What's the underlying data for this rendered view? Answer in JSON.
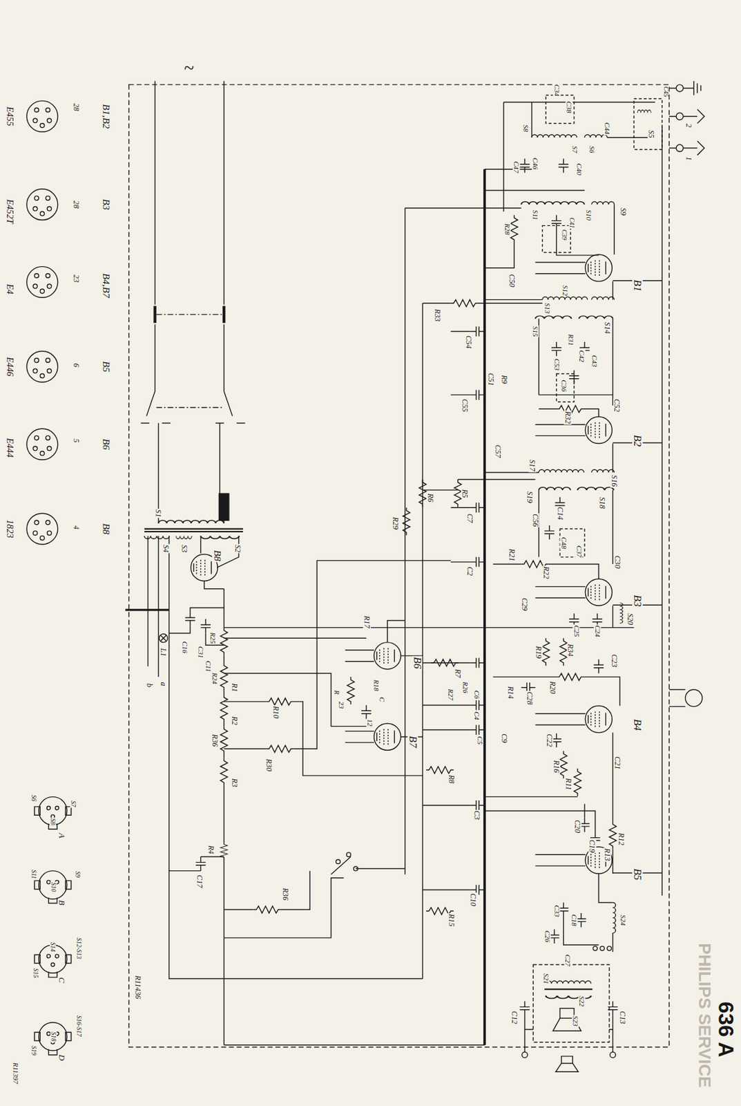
{
  "diagram": {
    "labels": [
      "636 A",
      "R11436",
      "R11397",
      "E455",
      "B1,B2",
      "28",
      "E452T",
      "B3",
      "28",
      "E4",
      "B4,B7",
      "23",
      "E446",
      "B5",
      "6",
      "E444",
      "B6",
      "5",
      "1823",
      "B8",
      "4",
      "A",
      "B",
      "C",
      "D",
      "S6",
      "S8",
      "S7",
      "S11",
      "S10",
      "S9",
      "S12-S13",
      "S14",
      "S15",
      "S16-S17",
      "S18",
      "S19",
      "~",
      "S1",
      "S4",
      "S3",
      "S2",
      "B8",
      "L1",
      "a",
      "b",
      "C16",
      "C31",
      "C11",
      "R25",
      "R24",
      "R1",
      "R2",
      "R36",
      "R3",
      "R4",
      "C17",
      "R10",
      "R30",
      "R36",
      "R17",
      "B6",
      "B7",
      "R",
      "23",
      "R18",
      "C",
      "12",
      "R29",
      "R6",
      "R5",
      "C7",
      "C2",
      "R33",
      "C54",
      "C55",
      "C51",
      "R9",
      "C57",
      "B2",
      "C52",
      "R32",
      "S16",
      "S17",
      "S19",
      "S18",
      "C14",
      "C56",
      "C48",
      "C37",
      "R22",
      "R21",
      "C30",
      "B3",
      "C29",
      "S20",
      "C25",
      "C24",
      "R19",
      "R34",
      "C23",
      "R7",
      "R26",
      "R27",
      "C6",
      "C4",
      "C28",
      "R14",
      "C5",
      "C9",
      "R20",
      "B4",
      "C22",
      "R16",
      "C21",
      "R11",
      "R8",
      "C3",
      "C20",
      "C19",
      "R12",
      "R13",
      "B5",
      "C10",
      "R15",
      "C33",
      "C18",
      "S24",
      "C26",
      "C27",
      "S21",
      "S22",
      "S23",
      "C12",
      "C13",
      "B1",
      "C50",
      "S12",
      "S13",
      "S14",
      "S15",
      "R31",
      "C42",
      "C43",
      "C53",
      "C36",
      "S9",
      "S10",
      "S11",
      "R28",
      "C41",
      "C39",
      "C40",
      "C46",
      "C47",
      "C38",
      "C34",
      "S8",
      "S7",
      "S6",
      "C44",
      "S5",
      "C45",
      "2",
      "1",
      "PHILIPS SERVICE"
    ]
  }
}
